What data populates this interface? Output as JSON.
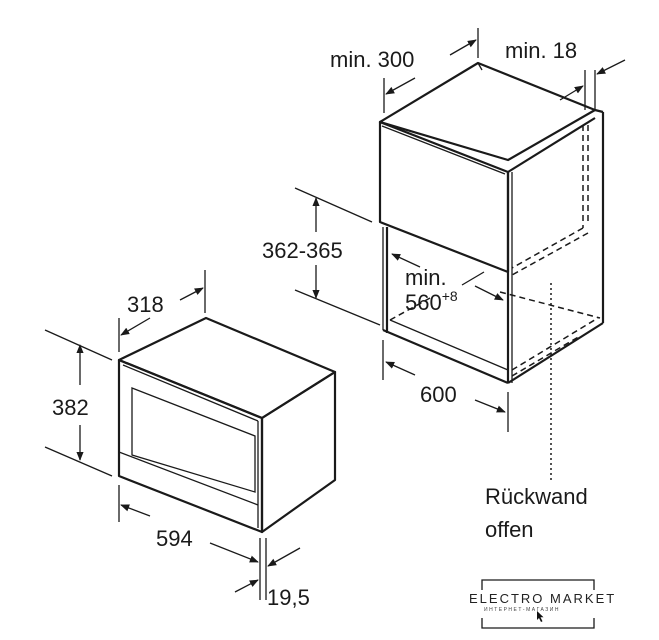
{
  "dimensions": {
    "appliance_depth": "318",
    "appliance_height": "382",
    "appliance_width": "594",
    "front_overhang": "19,5",
    "cabinet_depth": "min. 300",
    "cabinet_wall": "min. 18",
    "niche_height": "362-365",
    "niche_width_prefix": "min.",
    "niche_width": "560",
    "niche_width_tolerance": "+8",
    "cabinet_width": "600"
  },
  "notes": {
    "back_wall_line1": "Rückwand",
    "back_wall_line2": "offen"
  },
  "logo": {
    "title": "ELECTRO MARKET",
    "subtitle": "ИНТЕРНЕТ-МАГАЗИН"
  }
}
